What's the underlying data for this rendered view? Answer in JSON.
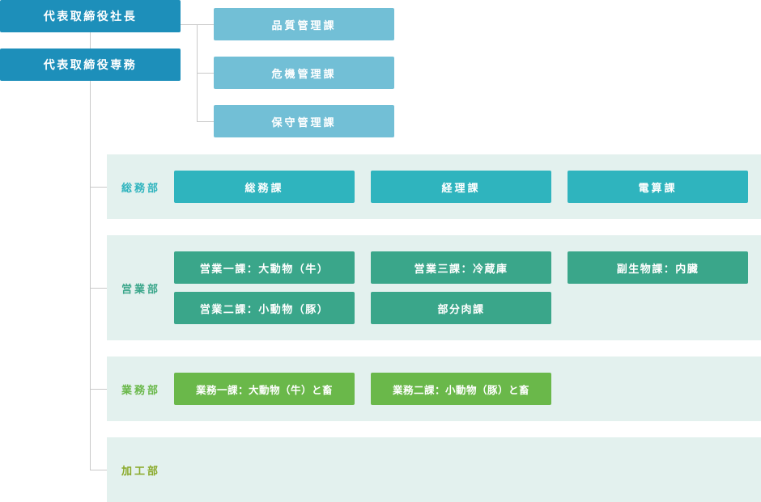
{
  "executives": {
    "president": "代表取締役社長",
    "managing_director": "代表取締役専務"
  },
  "management_sections": [
    "品質管理課",
    "危機管理課",
    "保守管理課"
  ],
  "departments": [
    {
      "name": "総務部",
      "sections": [
        "総務課",
        "経理課",
        "電算課"
      ]
    },
    {
      "name": "営業部",
      "sections": [
        "営業一課：大動物（牛）",
        "営業三課：冷蔵庫",
        "副生物課：内臓",
        "営業二課：小動物（豚）",
        "部分肉課"
      ]
    },
    {
      "name": "業務部",
      "sections": [
        "業務一課：大動物（牛）と畜",
        "業務二課：小動物（豚）と畜"
      ]
    },
    {
      "name": "加工部",
      "sections": []
    }
  ],
  "colors": {
    "executive": "#1d8fba",
    "management": "#72bfd6",
    "somu": "#2fb4be",
    "eigyo": "#3aa68a",
    "gyomu": "#6ab84a",
    "kako_label": "#8aaa2a",
    "dept_background": "#e3f1ee",
    "connector": "#c9c9c9"
  }
}
